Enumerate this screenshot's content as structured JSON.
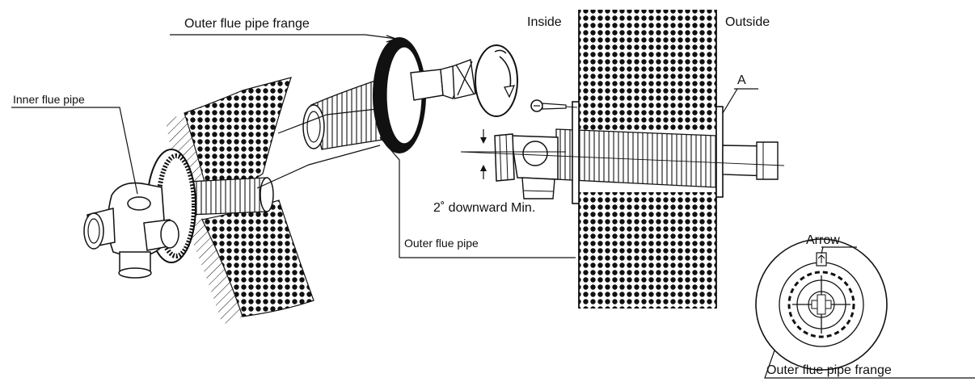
{
  "labels": {
    "inner_flue_pipe": "Inner flue pipe",
    "outer_flange_top": "Outer flue pipe frange",
    "outer_flue_pipe": "Outer flue pipe",
    "inside": "Inside",
    "outside": "Outside",
    "marker_a": "A",
    "downward": "2˚ downward Min.",
    "arrow": "Arrow",
    "outer_flange_bottom": "Outer flue pipe frange"
  },
  "icons": {
    "rotate": "rotate-arrow-icon",
    "screw": "screw-icon"
  }
}
